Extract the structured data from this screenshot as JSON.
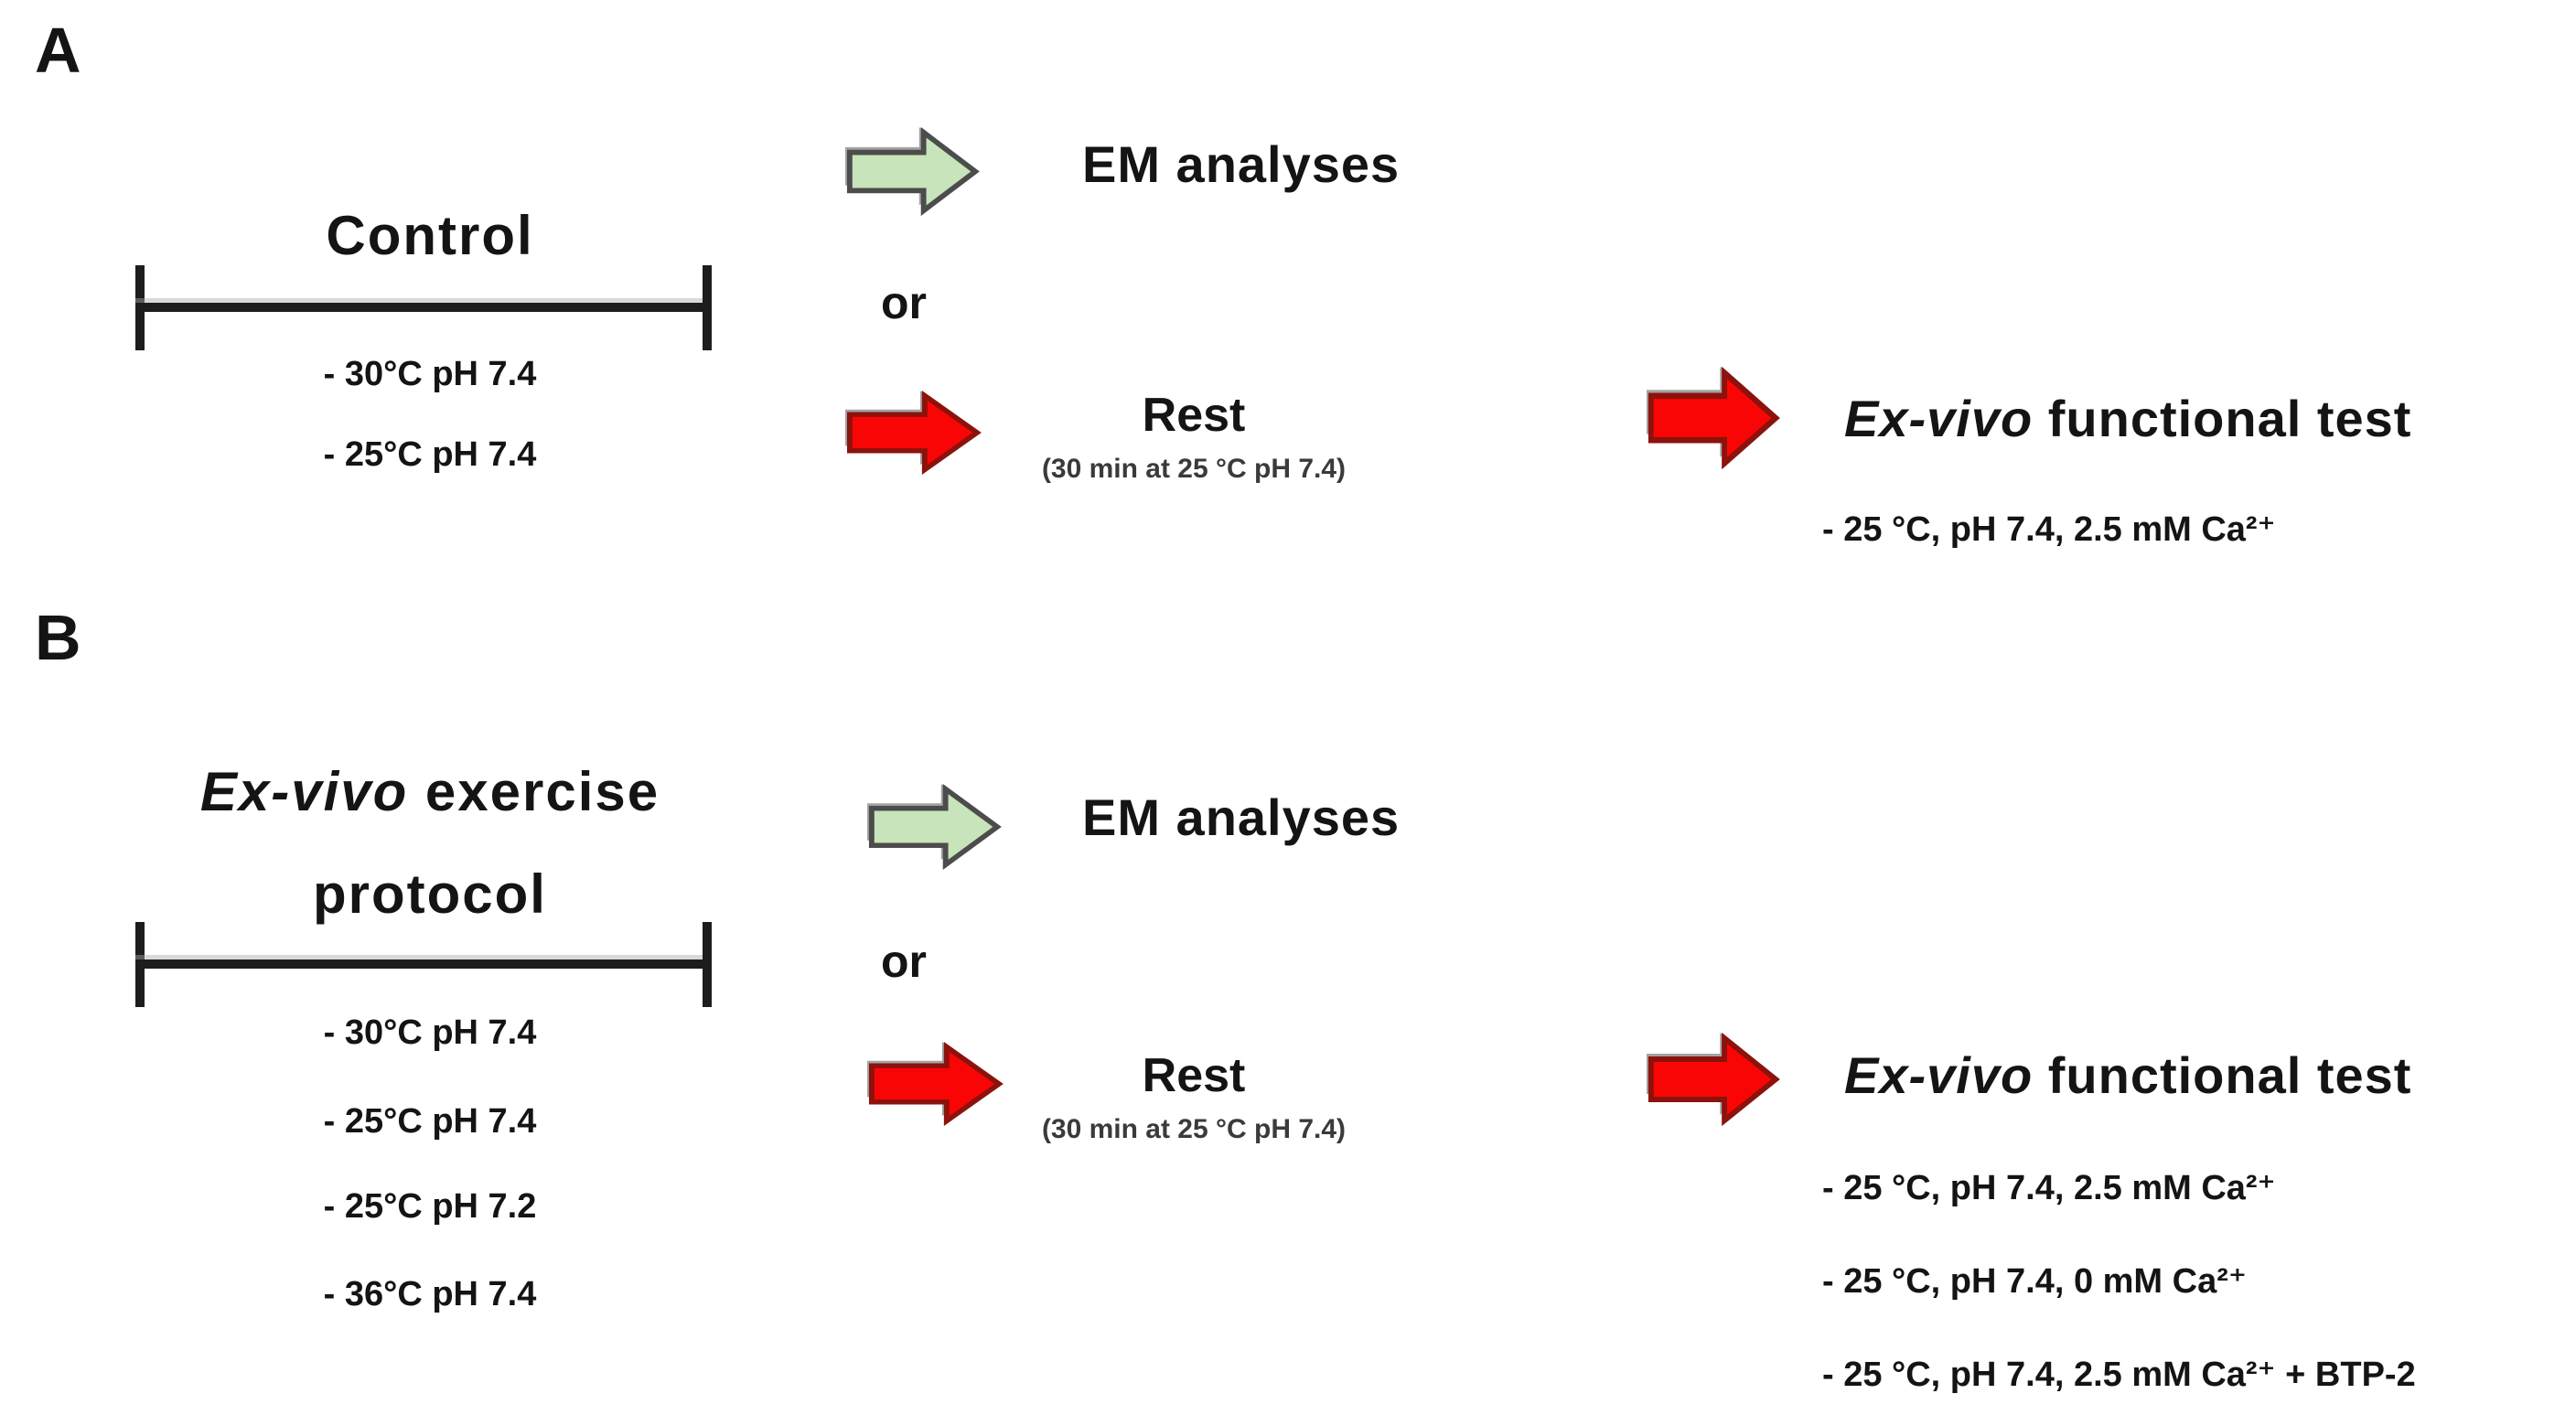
{
  "panel_a": {
    "label": "A",
    "timeline": {
      "title": "Control",
      "conditions": [
        "- 30°C pH 7.4",
        "- 25°C pH 7.4"
      ]
    },
    "em_label": "EM analyses",
    "or_label": "or",
    "rest": {
      "title": "Rest",
      "subtitle": "(30 min at 25 °C pH 7.4)"
    },
    "functional_test": {
      "title_italic": "Ex-vivo",
      "title_rest": " functional test",
      "conditions": [
        "- 25 °C, pH 7.4, 2.5 mM Ca²⁺"
      ]
    }
  },
  "panel_b": {
    "label": "B",
    "timeline": {
      "title_italic": "Ex-vivo",
      "title_rest": " exercise",
      "title_line2": "protocol",
      "conditions": [
        "- 30°C pH 7.4",
        "- 25°C pH 7.4",
        "- 25°C pH 7.2",
        "- 36°C pH 7.4"
      ]
    },
    "em_label": "EM analyses",
    "or_label": "or",
    "rest": {
      "title": "Rest",
      "subtitle": "(30 min at 25 °C pH 7.4)"
    },
    "functional_test": {
      "title_italic": "Ex-vivo",
      "title_rest": " functional test",
      "conditions": [
        "- 25 °C, pH 7.4, 2.5 mM Ca²⁺",
        "- 25 °C, pH 7.4, 0 mM Ca²⁺",
        "- 25 °C, pH 7.4, 2.5 mM Ca²⁺ + BTP-2"
      ]
    }
  },
  "colors": {
    "em_arrow_fill": "#c8e4ba",
    "em_arrow_border": "#4c4c4c",
    "flow_arrow_fill": "#fa0505",
    "flow_arrow_border": "#8c120c",
    "timeline": "#1d1d1d",
    "text": "#141414",
    "subtitle_text": "#3a3a3a"
  }
}
